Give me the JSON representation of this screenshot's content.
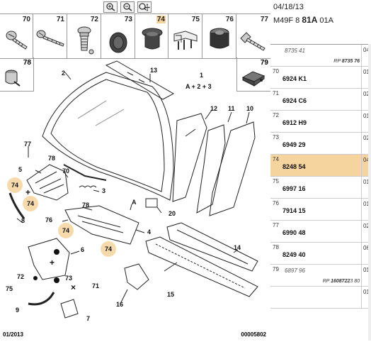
{
  "toolbar": {
    "buttons": [
      {
        "name": "zoom-in-button",
        "icon": "zoom-in-icon"
      },
      {
        "name": "zoom-out-button",
        "icon": "zoom-out-icon"
      },
      {
        "name": "pan-button",
        "icon": "pan-move-icon"
      }
    ]
  },
  "icon_strip": [
    {
      "num": "70",
      "icon": "screw-icon"
    },
    {
      "num": "71",
      "icon": "screw-long-icon"
    },
    {
      "num": "72",
      "icon": "push-clip-icon"
    },
    {
      "num": "73",
      "icon": "grommet-icon"
    },
    {
      "num": "74",
      "icon": "plug-icon",
      "highlight": true
    },
    {
      "num": "75",
      "icon": "clip-icon"
    },
    {
      "num": "76",
      "icon": "bump-stop-icon"
    },
    {
      "num": "77",
      "icon": "self-tap-screw-icon"
    }
  ],
  "extra_icons": [
    {
      "num": "78",
      "icon": "cap-fastener-icon"
    },
    {
      "num": "79",
      "icon": "pad-icon"
    }
  ],
  "diagram_labels": {
    "l1": "1",
    "formula": "A + 2 + 3",
    "l2": "2",
    "l13": "13",
    "l12": "12",
    "l11": "11",
    "l10": "10",
    "l77": "77",
    "l78a": "78",
    "l5": "5",
    "l70": "70",
    "l3": "3",
    "lA": "A",
    "l20": "20",
    "l8": "8",
    "l78b": "78",
    "l76": "76",
    "l4": "4",
    "l14": "14",
    "l6": "6",
    "l72": "72",
    "l73": "73",
    "l71": "71",
    "l75": "75",
    "l9": "9",
    "l7": "7",
    "l16": "16",
    "l15": "15",
    "c74a": "74",
    "c74b": "74",
    "c74c": "74",
    "c74d": "74"
  },
  "footer": {
    "left": "01/2013",
    "right": "00005802"
  },
  "panel": {
    "date": "04/18/13",
    "model_a": "M49F 8 ",
    "model_b": "81A",
    "model_c": " 01A"
  },
  "parts": [
    {
      "ref": "",
      "part": "8735 41",
      "suffix": "04",
      "old": true,
      "ref2a": "RP ",
      "ref2b": "8735 76",
      "ref2c": ""
    },
    {
      "ref": "70",
      "part": "6924 K1",
      "suffix": "01"
    },
    {
      "ref": "71",
      "part": "6924 C6",
      "suffix": "02"
    },
    {
      "ref": "72",
      "part": "6912 H9",
      "suffix": "01"
    },
    {
      "ref": "73",
      "part": "6949 29",
      "suffix": "02"
    },
    {
      "ref": "74",
      "part": "8248 54",
      "suffix": "04",
      "selected": true
    },
    {
      "ref": "75",
      "part": "6997 16",
      "suffix": "01"
    },
    {
      "ref": "76",
      "part": "7914 15",
      "suffix": "01"
    },
    {
      "ref": "77",
      "part": "6990 48",
      "suffix": "02"
    },
    {
      "ref": "78",
      "part": "8249 40",
      "suffix": "06"
    },
    {
      "ref": "79",
      "part": "6897 96",
      "suffix": "01",
      "old": true,
      "ref2a": "RP ",
      "ref2b": "1608722",
      "ref2c": "3 80"
    },
    {
      "ref": "",
      "part": "",
      "suffix": "01"
    }
  ]
}
